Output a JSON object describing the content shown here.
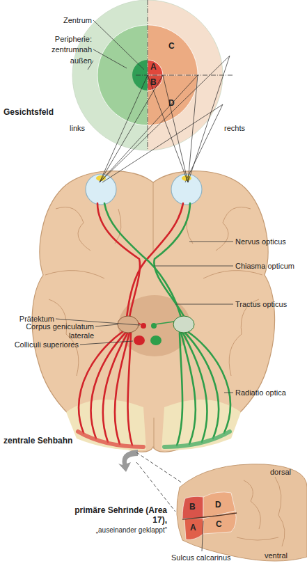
{
  "diagram": {
    "nodes": [
      {
        "text": [
          "A"
        ]
      },
      {
        "text": [
          "B"
        ]
      },
      {
        "text": [
          "C"
        ]
      },
      {
        "text": [
          "D"
        ]
      },
      {
        "text": [
          "B"
        ]
      },
      {
        "text": [
          "D"
        ]
      },
      {
        "text": [
          "A"
        ]
      },
      {
        "text": [
          "C"
        ]
      }
    ],
    "labels": [
      "Zentrum",
      "Peripherie:",
      "zentrumnah",
      "außen",
      "Gesichtsfeld",
      "links",
      "rechts",
      "Nervus opticus",
      "Chiasma opticum",
      "Prätektum",
      "Tractus opticus",
      "Corpus geniculatum laterale",
      "Colliculi superiores",
      "Radiatio optica",
      "zentrale Sehbahn",
      "dorsal",
      "primäre Sehrinde (Area 17),",
      "„auseinander geklappt“",
      "Sulcus calcarinus",
      "ventral"
    ]
  }
}
